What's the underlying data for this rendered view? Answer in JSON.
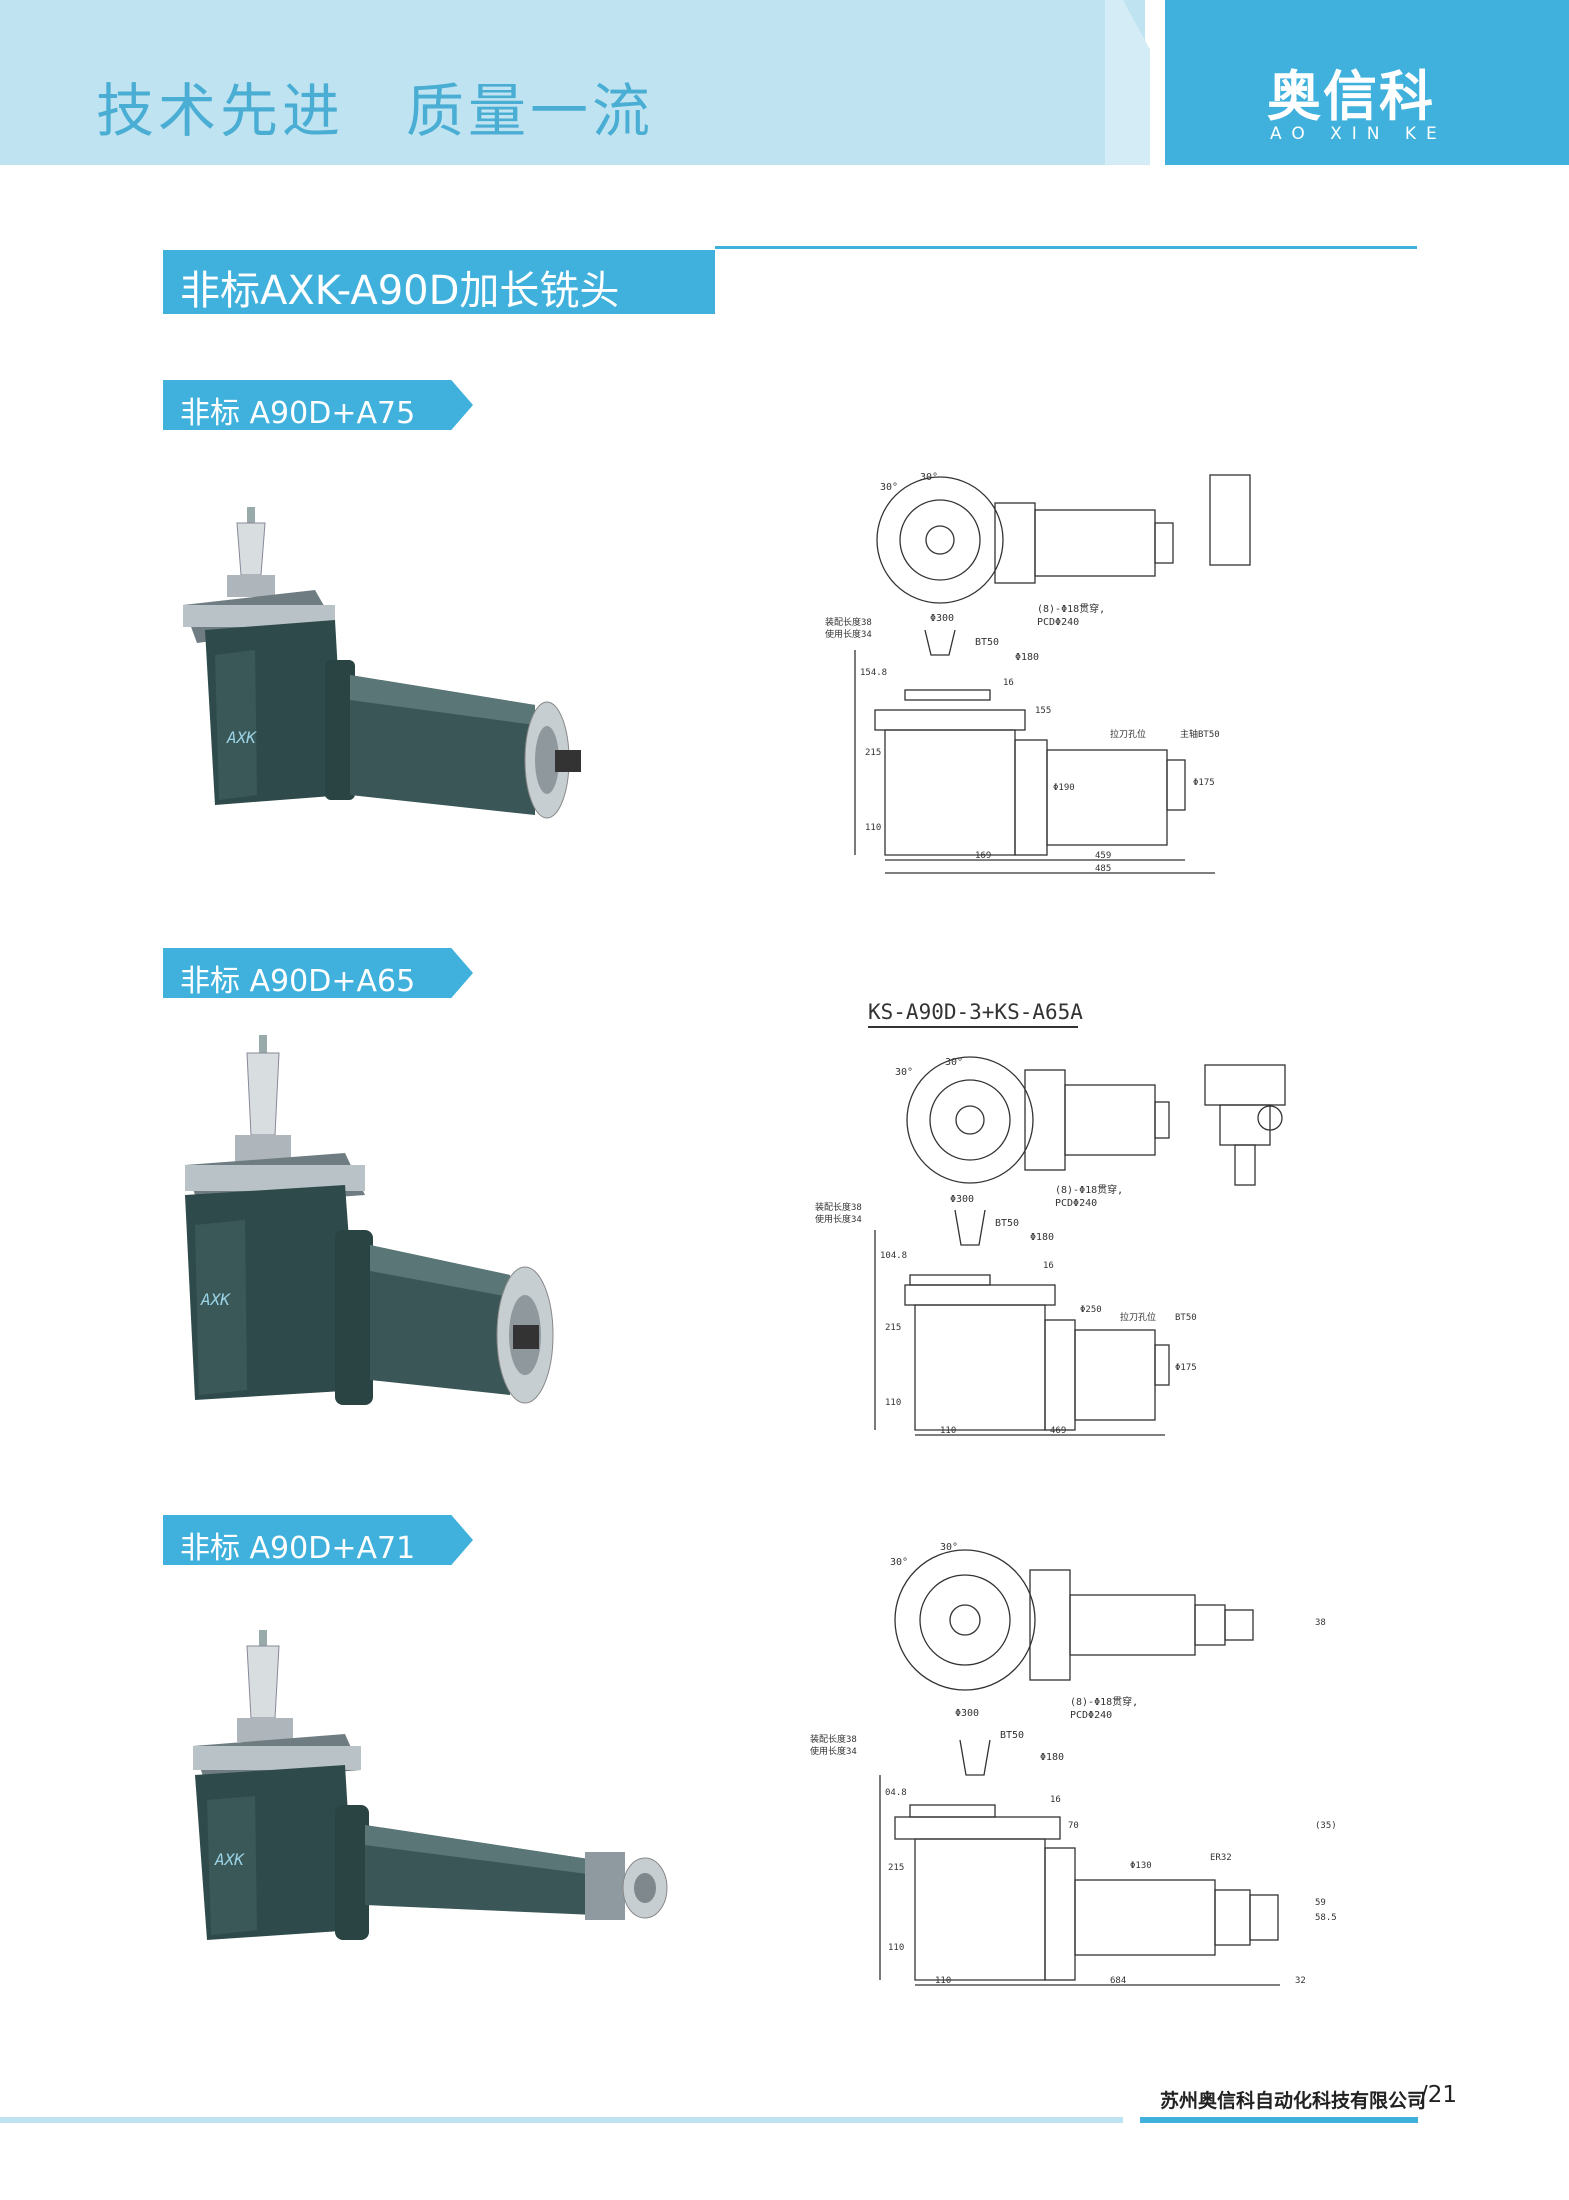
{
  "header": {
    "slogan": "技术先进　质量一流",
    "logo_cn": "奥信科",
    "logo_en": "AO XIN KE"
  },
  "title": "非标AXK-A90D加长铣头",
  "sections": [
    {
      "label": "非标 A90D+A75",
      "photo_brand": "AXK",
      "drawing": {
        "angles": [
          "30°",
          "30°"
        ],
        "notes": [
          "(8)-Φ18贯穿,",
          "PCDΦ240",
          "BT50",
          "Φ300",
          "Φ180",
          "装配长度38",
          "使用长度34",
          "154.8",
          "16",
          "155",
          "Φ190",
          "Φ175",
          "215",
          "110",
          "169",
          "459",
          "485"
        ],
        "labels": [
          "拉刀孔位",
          "主轴BT50"
        ]
      }
    },
    {
      "label": "非标 A90D+A65",
      "photo_brand": "AXK",
      "drawing": {
        "model_code": "KS-A90D-3+KS-A65A",
        "angles": [
          "30°",
          "30°"
        ],
        "notes": [
          "(8)-Φ18贯穿,",
          "PCDΦ240",
          "BT50",
          "Φ300",
          "Φ180",
          "装配长度38",
          "使用长度34",
          "104.8",
          "16",
          "Φ250",
          "Φ175",
          "215",
          "110",
          "110",
          "469"
        ],
        "labels": [
          "拉刀孔位",
          "BT50"
        ]
      }
    },
    {
      "label": "非标 A90D+A71",
      "photo_brand": "AXK",
      "drawing": {
        "angles": [
          "30°",
          "30°"
        ],
        "notes": [
          "(8)-Φ18贯穿,",
          "PCDΦ240",
          "BT50",
          "Φ300",
          "Φ180",
          "装配长度38",
          "使用长度34",
          "04.8",
          "16",
          "70",
          "Φ130",
          "ER32",
          "(35)",
          "58.5",
          "59",
          "215",
          "110",
          "110",
          "684",
          "32",
          "38"
        ]
      }
    }
  ],
  "footer": {
    "company": "苏州奥信科自动化科技有限公司",
    "page": "/21"
  },
  "colors": {
    "accent": "#3fb1dc",
    "light_band": "#bfe3f0",
    "product_body": "#2f4a4a"
  }
}
